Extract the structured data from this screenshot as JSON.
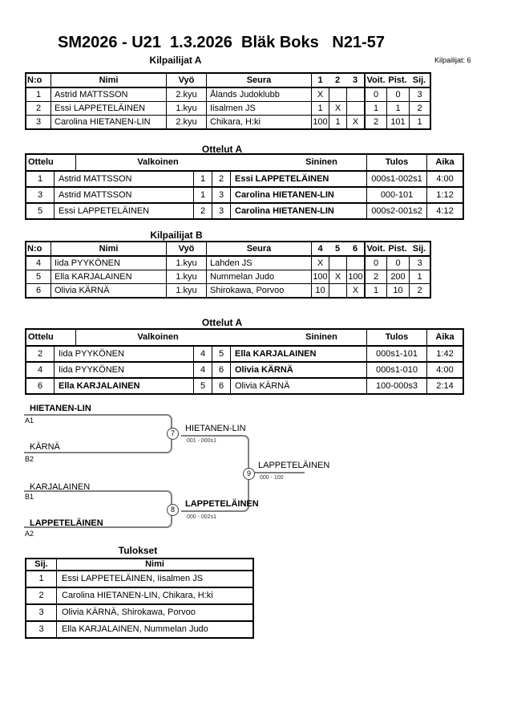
{
  "page": {
    "title": "SM2026 - U21  1.3.2026  Bläk Boks   N21-57",
    "competitors_count_label": "Kilpailijat: 6"
  },
  "colors": {
    "background": "#ffffff",
    "text": "#000000",
    "bracket_line": "#808080"
  },
  "sections": {
    "pool_a": {
      "title": "Kilpailijat A"
    },
    "matches_a": {
      "title": "Ottelut A"
    },
    "pool_b": {
      "title": "Kilpailijat B"
    },
    "matches_b": {
      "title": "Ottelut A"
    },
    "results": {
      "title": "Tulokset"
    }
  },
  "pool_a_table": {
    "headers": [
      "N:o",
      "Nimi",
      "Vyö",
      "Seura",
      "1",
      "2",
      "3",
      "Voit.",
      "Pist.",
      "Sij."
    ],
    "rows": [
      [
        "1",
        "Astrid MATTSSON",
        "2.kyu",
        "Ålands Judoklubb",
        "X",
        "",
        "",
        "0",
        "0",
        "3"
      ],
      [
        "2",
        "Essi LAPPETELÄINEN",
        "1.kyu",
        "Iisalmen JS",
        "1",
        "X",
        "",
        "1",
        "1",
        "2"
      ],
      [
        "3",
        "Carolina HIETANEN-LIN",
        "2.kyu",
        "Chikara, H:ki",
        "100",
        "1",
        "X",
        "2",
        "101",
        "1"
      ]
    ]
  },
  "matches_a_table": {
    "headers": [
      "Ottelu",
      "Valkoinen",
      "Sininen",
      "Tulos",
      "Aika"
    ],
    "rows": [
      {
        "cells": [
          "1",
          "Astrid MATTSSON",
          "1",
          "2",
          "Essi LAPPETELÄINEN",
          "000s1-002s1",
          "4:00"
        ],
        "winner": "sininen"
      },
      {
        "cells": [
          "3",
          "Astrid MATTSSON",
          "1",
          "3",
          "Carolina HIETANEN-LIN",
          "000-101",
          "1:12"
        ],
        "winner": "sininen"
      },
      {
        "cells": [
          "5",
          "Essi LAPPETELÄINEN",
          "2",
          "3",
          "Carolina HIETANEN-LIN",
          "000s2-001s2",
          "4:12"
        ],
        "winner": "sininen"
      }
    ]
  },
  "pool_b_table": {
    "headers": [
      "N:o",
      "Nimi",
      "Vyö",
      "Seura",
      "4",
      "5",
      "6",
      "Voit.",
      "Pist.",
      "Sij."
    ],
    "rows": [
      [
        "4",
        "Iida PYYKÖNEN",
        "1.kyu",
        "Lahden JS",
        "X",
        "",
        "",
        "0",
        "0",
        "3"
      ],
      [
        "5",
        "Ella KARJALAINEN",
        "1.kyu",
        "Nummelan Judo",
        "100",
        "X",
        "100",
        "2",
        "200",
        "1"
      ],
      [
        "6",
        "Olivia KÄRNÄ",
        "1.kyu",
        "Shirokawa, Porvoo",
        "10",
        "",
        "X",
        "1",
        "10",
        "2"
      ]
    ]
  },
  "matches_b_table": {
    "headers": [
      "Ottelu",
      "Valkoinen",
      "Sininen",
      "Tulos",
      "Aika"
    ],
    "rows": [
      {
        "cells": [
          "2",
          "Iida PYYKÖNEN",
          "4",
          "5",
          "Ella KARJALAINEN",
          "000s1-101",
          "1:42"
        ],
        "winner": "sininen"
      },
      {
        "cells": [
          "4",
          "Iida PYYKÖNEN",
          "4",
          "6",
          "Olivia KÄRNÄ",
          "000s1-010",
          "4:00"
        ],
        "winner": "sininen"
      },
      {
        "cells": [
          "6",
          "Ella KARJALAINEN",
          "5",
          "6",
          "Olivia KÄRNÄ",
          "100-000s3",
          "2:14"
        ],
        "winner": "valkoinen"
      }
    ]
  },
  "results_table": {
    "headers": [
      "Sij.",
      "Nimi"
    ],
    "rows": [
      [
        "1",
        "Essi LAPPETELÄINEN, Iisalmen JS"
      ],
      [
        "2",
        "Carolina HIETANEN-LIN, Chikara, H:ki"
      ],
      [
        "3",
        "Olivia KÄRNÄ, Shirokawa, Porvoo"
      ],
      [
        "3",
        "Ella KARJALAINEN, Nummelan Judo"
      ]
    ]
  },
  "bracket": {
    "entries": [
      {
        "name": "HIETANEN-LIN",
        "seed": "A1",
        "bold": true
      },
      {
        "name": "KÄRNÄ",
        "seed": "B2",
        "bold": false
      },
      {
        "name": "KARJALAINEN",
        "seed": "B1",
        "bold": false
      },
      {
        "name": "LAPPETELÄINEN",
        "seed": "A2",
        "bold": true
      }
    ],
    "matches": [
      {
        "number": "7",
        "winner": "HIETANEN-LIN",
        "score": "001 - 000s1",
        "bold": false
      },
      {
        "number": "8",
        "winner": "LAPPETELÄINEN",
        "score": "000 - 002s1",
        "bold": true
      },
      {
        "number": "9",
        "winner": "LAPPETELÄINEN",
        "score": "000 - 100",
        "bold": false
      }
    ]
  }
}
